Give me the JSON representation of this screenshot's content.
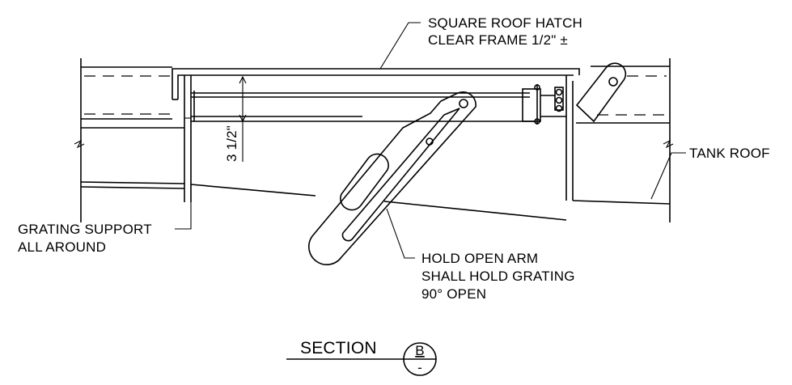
{
  "callouts": {
    "hatch_line1": "SQUARE ROOF HATCH",
    "hatch_line2": "CLEAR FRAME 1/2\" ±",
    "tank_roof": "TANK ROOF",
    "grating_line1": "GRATING SUPPORT",
    "grating_line2": "ALL AROUND",
    "arm_line1": "HOLD OPEN ARM",
    "arm_line2": "SHALL HOLD GRATING",
    "arm_line3": "90° OPEN"
  },
  "dimension": {
    "height": "3 1/2\""
  },
  "section": {
    "label": "SECTION",
    "letter": "B",
    "sheet": "-"
  }
}
